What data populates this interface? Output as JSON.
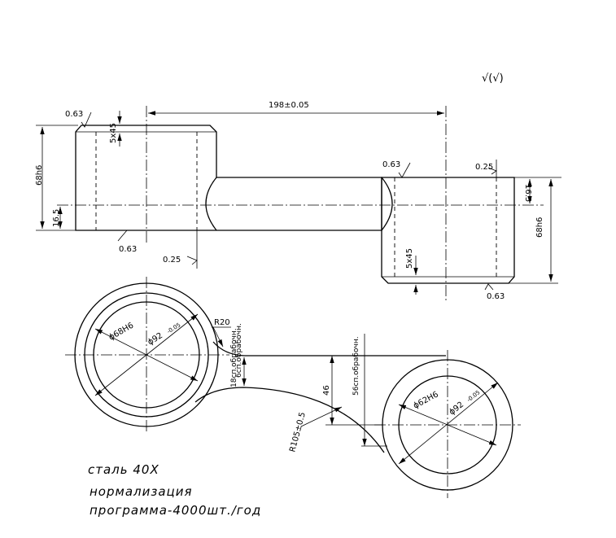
{
  "header": {
    "roughness_symbol": "√(√)"
  },
  "top_view": {
    "center_distance": "198±0.05",
    "left_height": "68h6",
    "left_offset": "16.5",
    "left_chamfer": "5x45",
    "left_roughness_top": "0.63",
    "left_roughness_bottom": "0.63",
    "left_roughness_side": "0.25",
    "right_roughness_top": "0.63",
    "right_roughness_side": "0.25",
    "right_offset": "16.5",
    "right_height": "68h6",
    "right_chamfer": "5x45",
    "right_roughness_bottom": "0.63"
  },
  "bottom_view": {
    "left_bore": "ϕ68H6",
    "left_outer": "ϕ92",
    "left_outer_tol": "-0.05",
    "fillet_radius": "R20",
    "left_stock": "6сп.обрабочн.",
    "arm_stock": "18сп.обрабочн.",
    "arm_height": "46",
    "right_stock": "56сп.обрабочн.",
    "arc_radius": "R105±0.5",
    "right_bore": "ϕ62H6",
    "right_outer": "ϕ92",
    "right_outer_tol": "-0.05"
  },
  "notes": {
    "material": "сталь  40Х",
    "treatment": "нормализация",
    "program": "программа-4000шт./год"
  }
}
